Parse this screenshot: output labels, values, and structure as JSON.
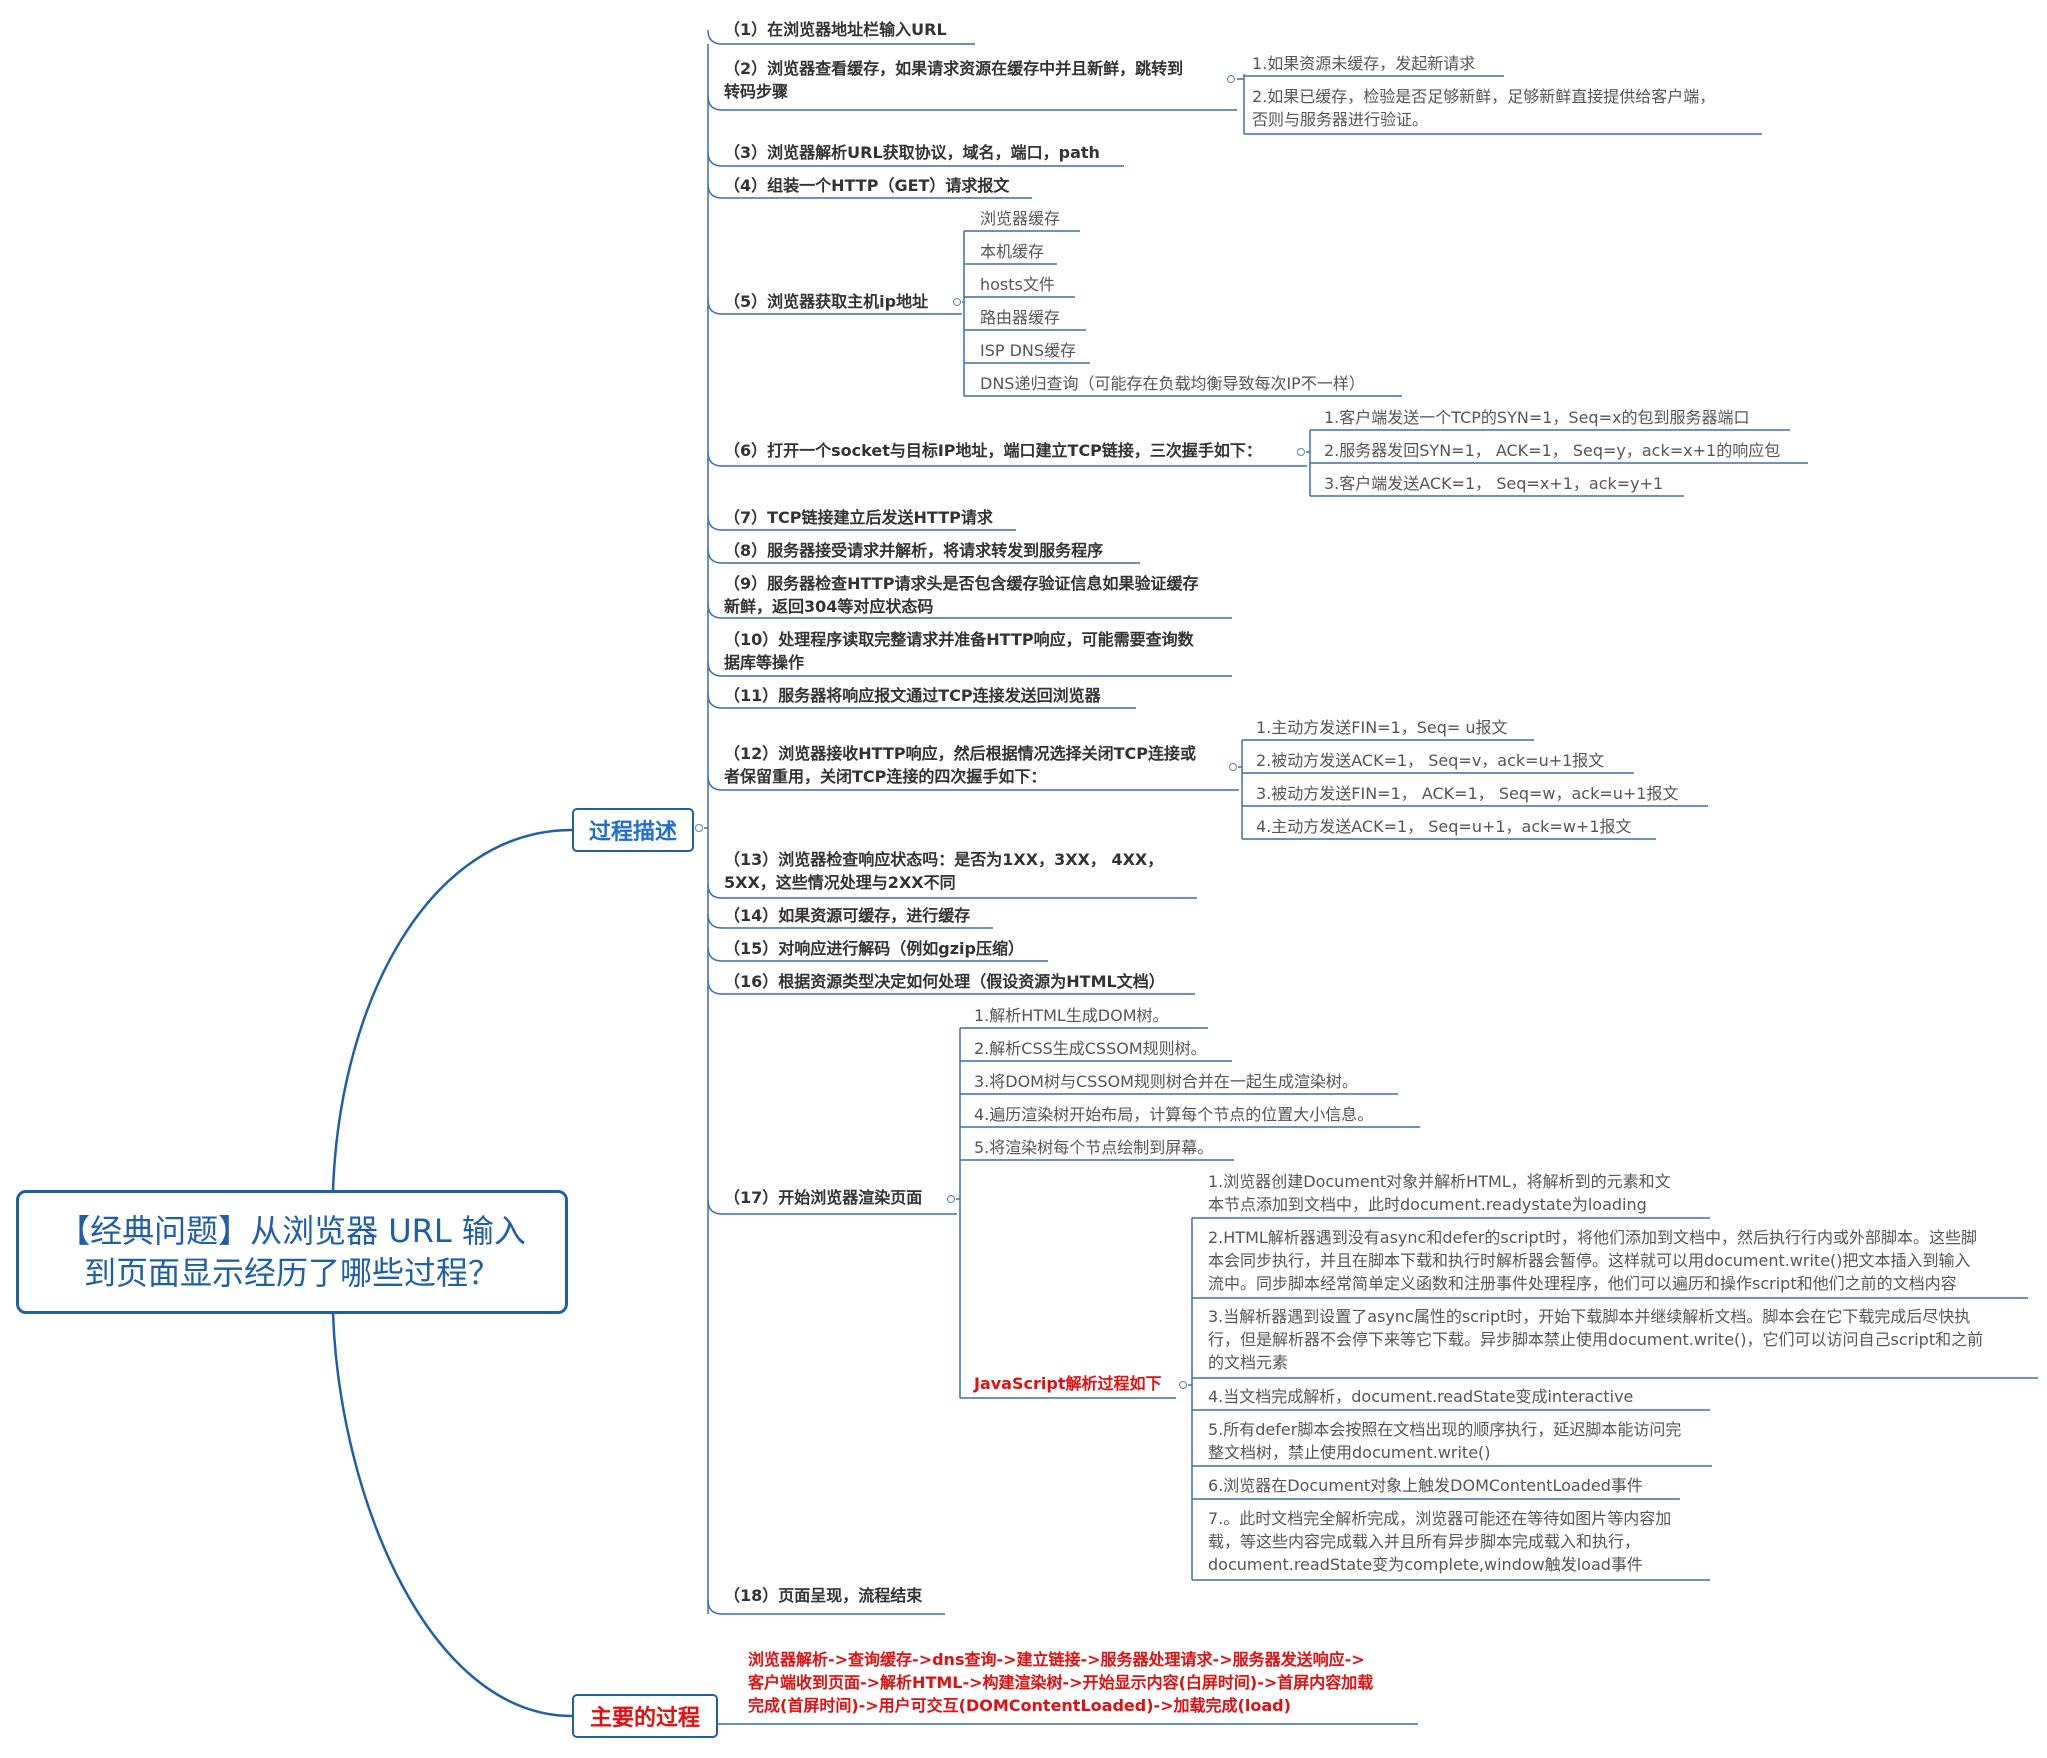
{
  "root": {
    "title": "【经典问题】从浏览器 URL 输入到页面显示经历了哪些过程？"
  },
  "branches": {
    "process": "过程描述",
    "main": "主要的过程"
  },
  "steps": [
    {
      "text": "（1）在浏览器地址栏输入URL"
    },
    {
      "text": "（2）浏览器查看缓存，如果请求资源在缓存中并且新鲜，跳转到\n转码步骤",
      "children": [
        "1.如果资源未缓存，发起新请求",
        "2.如果已缓存，检验是否足够新鲜，足够新鲜直接提供给客户端，\n否则与服务器进行验证。"
      ]
    },
    {
      "text": "（3）浏览器解析URL获取协议，域名，端口，path"
    },
    {
      "text": "（4）组装一个HTTP（GET）请求报文"
    },
    {
      "text": "（5）浏览器获取主机ip地址",
      "children": [
        "浏览器缓存",
        "本机缓存",
        "hosts文件",
        "路由器缓存",
        "ISP DNS缓存",
        "DNS递归查询（可能存在负载均衡导致每次IP不一样）"
      ]
    },
    {
      "text": "（6）打开一个socket与目标IP地址，端口建立TCP链接，三次握手如下：",
      "children": [
        "1.客户端发送一个TCP的SYN=1，Seq=x的包到服务器端口",
        "2.服务器发回SYN=1， ACK=1， Seq=y，ack=x+1的响应包",
        "3.客户端发送ACK=1， Seq=x+1，ack=y+1"
      ]
    },
    {
      "text": "（7）TCP链接建立后发送HTTP请求"
    },
    {
      "text": "（8）服务器接受请求并解析，将请求转发到服务程序"
    },
    {
      "text": "（9）服务器检查HTTP请求头是否包含缓存验证信息如果验证缓存\n新鲜，返回304等对应状态码"
    },
    {
      "text": "（10）处理程序读取完整请求并准备HTTP响应，可能需要查询数\n据库等操作"
    },
    {
      "text": "（11）服务器将响应报文通过TCP连接发送回浏览器"
    },
    {
      "text": "（12）浏览器接收HTTP响应，然后根据情况选择关闭TCP连接或\n者保留重用，关闭TCP连接的四次握手如下：",
      "children": [
        "1.主动方发送FIN=1，Seq= u报文",
        "2.被动方发送ACK=1， Seq=v，ack=u+1报文",
        "3.被动方发送FIN=1， ACK=1， Seq=w，ack=u+1报文",
        "4.主动方发送ACK=1， Seq=u+1，ack=w+1报文"
      ]
    },
    {
      "text": "（13）浏览器检查响应状态吗：是否为1XX，3XX， 4XX，\n5XX，这些情况处理与2XX不同"
    },
    {
      "text": "（14）如果资源可缓存，进行缓存"
    },
    {
      "text": "（15）对响应进行解码（例如gzip压缩）"
    },
    {
      "text": "（16）根据资源类型决定如何处理（假设资源为HTML文档）"
    },
    {
      "text": "（17）开始浏览器渲染页面",
      "children": [
        "1.解析HTML生成DOM树。",
        "2.解析CSS生成CSSOM规则树。",
        "3.将DOM树与CSSOM规则树合并在一起生成渲染树。",
        "4.遍历渲染树开始布局，计算每个节点的位置大小信息。",
        "5.将渲染树每个节点绘制到屏幕。"
      ]
    },
    {
      "text": "（18）页面呈现，流程结束"
    }
  ],
  "js": {
    "label": "JavaScript解析过程如下",
    "items": [
      "1.浏览器创建Document对象并解析HTML，将解析到的元素和文\n本节点添加到文档中，此时document.readystate为loading",
      "2.HTML解析器遇到没有async和defer的script时，将他们添加到文档中，然后执行行内或外部脚本。这些脚\n本会同步执行，并且在脚本下载和执行时解析器会暂停。这样就可以用document.write()把文本插入到输入\n流中。同步脚本经常简单定义函数和注册事件处理程序，他们可以遍历和操作script和他们之前的文档内容",
      "3.当解析器遇到设置了async属性的script时，开始下载脚本并继续解析文档。脚本会在它下载完成后尽快执\n行，但是解析器不会停下来等它下载。异步脚本禁止使用document.write()，它们可以访问自己script和之前\n的文档元素",
      "4.当文档完成解析，document.readState变成interactive",
      "5.所有defer脚本会按照在文档出现的顺序执行，延迟脚本能访问完\n整文档树，禁止使用document.write()",
      "6.浏览器在Document对象上触发DOMContentLoaded事件",
      "7.。此时文档完全解析完成，浏览器可能还在等待如图片等内容加\n载，等这些内容完成载入并且所有异步脚本完成载入和执行，\ndocument.readState变为complete,window触发load事件"
    ]
  },
  "summary": "浏览器解析->查询缓存->dns查询->建立链接->服务器处理请求->服务器发送响应->\n客户端收到页面->解析HTML->构建渲染树->开始显示内容(白屏时间)->首屏内容加载\n完成(首屏时间)->用户可交互(DOMContentLoaded)->加载完成(load)",
  "colors": {
    "branch_line": "#1f5fa8",
    "leaf_line": "#3f6fa8",
    "accent_red": "#e01010"
  }
}
